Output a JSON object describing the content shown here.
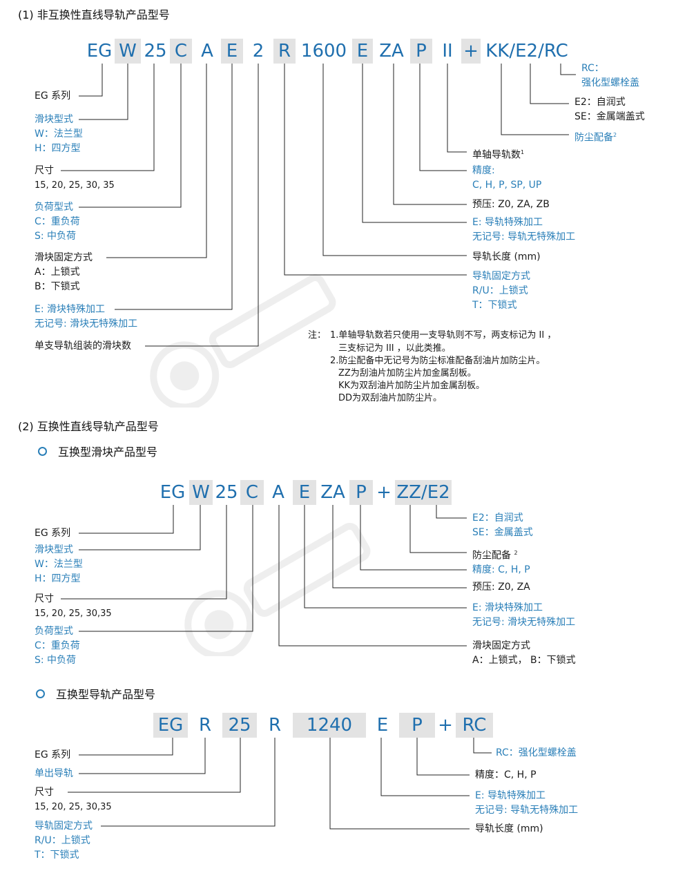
{
  "section1": {
    "heading": "(1) 非互换性直线导轨产品型号",
    "codes": [
      "EG",
      "W",
      "25",
      "C",
      "A",
      "E",
      "2",
      "R",
      "1600",
      "E",
      "ZA",
      "P",
      "II",
      "+",
      "KK/E2/RC"
    ],
    "left": [
      {
        "title": "EG 系列",
        "lines": []
      },
      {
        "title": "滑块型式",
        "lines": [
          "W：法兰型",
          "H：四方型"
        ]
      },
      {
        "title": "尺寸",
        "lines": [
          "15, 20, 25, 30, 35"
        ]
      },
      {
        "title": "负荷型式",
        "lines": [
          "C：重负荷",
          "S: 中负荷"
        ]
      },
      {
        "title": "滑块固定方式",
        "lines": [
          "A：上锁式",
          "B：下锁式"
        ]
      },
      {
        "title": "E: 滑块特殊加工",
        "lines": [
          "无记号: 滑块无特殊加工"
        ]
      },
      {
        "title": "单支导轨组装的滑块数",
        "lines": []
      }
    ],
    "right": [
      {
        "title": "RC：",
        "lines": [
          "强化型螺栓盖"
        ]
      },
      {
        "title": "E2：自润式",
        "lines": [
          "SE：金属端盖式"
        ]
      },
      {
        "title": "防尘配备",
        "sup": "2",
        "lines": []
      },
      {
        "title": "单轴导轨数",
        "sup": "1",
        "lines": []
      },
      {
        "title": "精度:",
        "lines": [
          "C, H, P, SP, UP"
        ]
      },
      {
        "title": "预压: Z0, ZA, ZB",
        "lines": []
      },
      {
        "title": "E: 导轨特殊加工",
        "lines": [
          "无记号: 导轨无特殊加工"
        ]
      },
      {
        "title": "导轨长度 (mm)",
        "lines": []
      },
      {
        "title": "导轨固定方式",
        "lines": [
          "R/U：上锁式",
          "T：下锁式"
        ]
      }
    ],
    "notes": {
      "label": "注：",
      "lines": [
        "1.单轴导轨数若只使用一支导轨则不写，两支标记为 II ，",
        "三支标记为 III ，以此类推。",
        "2.防尘配备中无记号为防尘标准配备刮油片加防尘片。",
        "ZZ为刮油片加防尘片加金属刮板。",
        "KK为双刮油片加防尘片加金属刮板。",
        "DD为双刮油片加防尘片。"
      ]
    }
  },
  "section2": {
    "heading": "(2) 互换性直线导轨产品型号",
    "sub1": {
      "title": "互换型滑块产品型号",
      "codes": [
        "EG",
        "W",
        "25",
        "C",
        "A",
        "E",
        "ZA",
        "P",
        "+",
        "ZZ/E2"
      ],
      "left": [
        {
          "title": "EG 系列",
          "lines": []
        },
        {
          "title": "滑块型式",
          "lines": [
            "W：法兰型",
            "H：四方型"
          ]
        },
        {
          "title": "尺寸",
          "lines": [
            "15, 20, 25, 30,35"
          ]
        },
        {
          "title": "负荷型式",
          "lines": [
            "C：重负荷",
            "S: 中负荷"
          ]
        }
      ],
      "right": [
        {
          "title": "E2：自润式",
          "lines": [
            "SE：金属盖式"
          ]
        },
        {
          "title": "防尘配备",
          "sup": "2",
          "lines": []
        },
        {
          "title": "精度: C, H, P",
          "lines": []
        },
        {
          "title": "预压: Z0, ZA",
          "lines": []
        },
        {
          "title": "E: 滑块特殊加工",
          "lines": [
            "无记号: 滑块无特殊加工"
          ]
        },
        {
          "title": "滑块固定方式",
          "lines": [
            "A：上锁式，  B：下锁式"
          ]
        }
      ]
    },
    "sub2": {
      "title": "互换型导轨产品型号",
      "codes": [
        "EG",
        "R",
        "25",
        "R",
        "1240",
        "E",
        "P",
        "+",
        "RC"
      ],
      "left": [
        {
          "title": "EG 系列",
          "lines": []
        },
        {
          "title": "单出导轨",
          "lines": []
        },
        {
          "title": "尺寸",
          "lines": [
            "15, 20, 25, 30,35"
          ]
        },
        {
          "title": "导轨固定方式",
          "lines": [
            "R/U：上锁式",
            "T：下锁式"
          ]
        }
      ],
      "right": [
        {
          "title": "RC：强化型螺栓盖",
          "lines": []
        },
        {
          "title": "精度：C, H, P",
          "lines": []
        },
        {
          "title": "E: 导轨特殊加工",
          "lines": [
            "无记号: 导轨无特殊加工"
          ]
        },
        {
          "title": "导轨长度 (mm)",
          "lines": []
        }
      ]
    }
  },
  "colors": {
    "accent": "#1f6fae",
    "box": "#e3e3e3",
    "text": "#1a1a1a"
  }
}
